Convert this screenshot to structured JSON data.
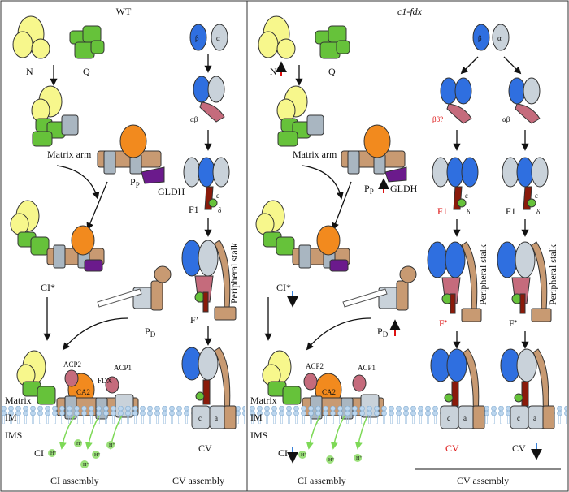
{
  "panels": {
    "wt": {
      "title": "WT",
      "labels": {
        "n": "N",
        "q": "Q",
        "matrix_arm": "Matrix arm",
        "pp": "P",
        "pp_sub": "P",
        "gldh": "GLDH",
        "ci_star": "CI*",
        "pd": "P",
        "pd_sub": "D",
        "acp2": "ACP2",
        "acp1": "ACP1",
        "ca2": "CA2",
        "fdx": "FDX",
        "ci": "CI",
        "beta": "β",
        "alpha": "α",
        "ab": "αβ",
        "f1": "F1",
        "epsilon": "ε",
        "delta": "δ",
        "f_prime": "F’",
        "peripheral_stalk": "Peripheral stalk",
        "cv": "CV",
        "c": "c",
        "a": "a",
        "ci_assembly": "CI assembly",
        "cv_assembly": "CV assembly"
      }
    },
    "mutant": {
      "title": "c1-fdx",
      "labels": {
        "n": "N",
        "q": "Q",
        "matrix_arm": "Matrix arm",
        "pp": "P",
        "pp_sub": "P",
        "gldh": "GLDH",
        "ci_star": "CI*",
        "pd": "P",
        "pd_sub": "D",
        "acp2": "ACP2",
        "acp1": "ACP1",
        "ca2": "CA2",
        "ci": "CI",
        "beta": "β",
        "alpha": "α",
        "bb": "ββ?",
        "ab": "αβ",
        "f1": "F1",
        "epsilon": "ε",
        "delta": "δ",
        "f_prime": "F’",
        "peripheral_stalk": "Peripheral stalk",
        "cv": "CV",
        "c": "c",
        "a": "a",
        "ci_assembly": "CI assembly",
        "cv_assembly": "CV assembly"
      }
    }
  },
  "membrane": {
    "matrix": "Matrix",
    "im": "IM",
    "ims": "IMS"
  },
  "proton": "H⁺",
  "colors": {
    "n_module": "#f7f78c",
    "q_module": "#66c23a",
    "p_module": "#a9b6c1",
    "ca2": "#f28a1e",
    "gldh": "#6b1a8c",
    "tan": "#c89a72",
    "beta": "#2f6fe0",
    "alpha": "#c9d2da",
    "dark_red": "#8a1a0a",
    "pink": "#c56b7c",
    "increase_arrow": "#dd1111",
    "decrease_arrow": "#3a82d8",
    "proton_green": "#9be07a"
  }
}
